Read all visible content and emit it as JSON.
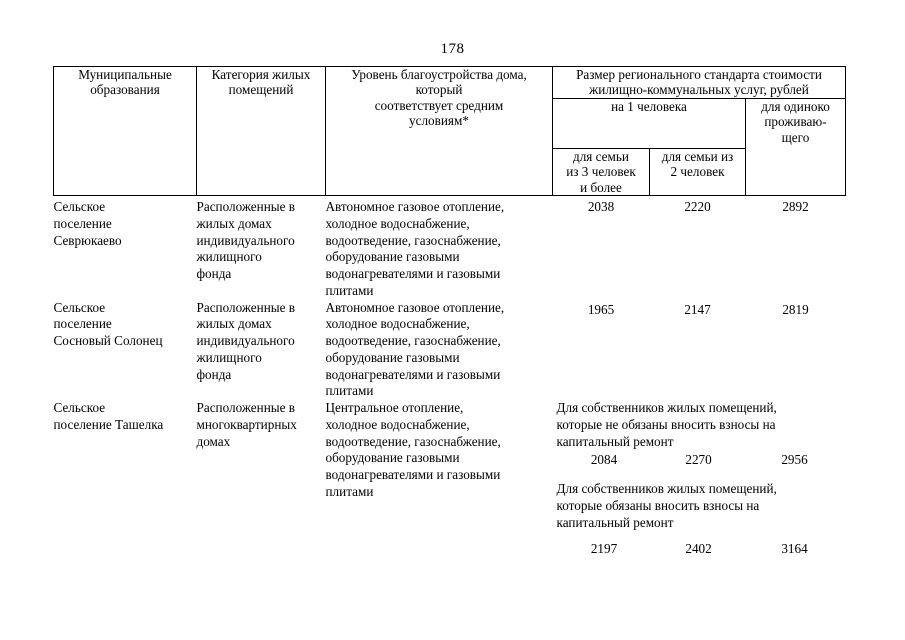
{
  "document": {
    "page_number": "178"
  },
  "table": {
    "headers": {
      "col1": "Муниципальные образования",
      "col2": "Категория жилых помещений",
      "col3_line1": "Уровень благоустройства дома,",
      "col3_line2": "который",
      "col3_line3": "соответствует средним",
      "col3_line4": "условиям*",
      "group_line1": "Размер регионального стандарта стоимости",
      "group_line2": "жилищно-коммунальных услуг, рублей",
      "per_person": "на 1 человека",
      "family3_line1": "для семьи",
      "family3_line2": "из 3 человек",
      "family3_line3": "и более",
      "family2_line1": "для семьи из",
      "family2_line2": "2 человек",
      "single_line1": "для одиноко",
      "single_line2": "проживаю-",
      "single_line3": "щего"
    },
    "rows": [
      {
        "municipality": [
          "Сельское",
          "поселение",
          "Севрюкаево"
        ],
        "category": [
          "Расположенные в",
          "жилых домах",
          "индивидуального",
          "жилищного",
          "фонда"
        ],
        "improvement": [
          "Автономное газовое отопление,",
          "холодное водоснабжение,",
          "водоотведение, газоснабжение,",
          "оборудование газовыми",
          "водонагревателями и газовыми",
          "плитами"
        ],
        "family3": "2038",
        "family2": "2220",
        "single": "2892"
      },
      {
        "municipality": [
          "Сельское",
          "поселение",
          "Сосновый Солонец"
        ],
        "category": [
          "Расположенные в",
          "жилых домах",
          "индивидуального",
          "жилищного",
          "фонда"
        ],
        "improvement": [
          "Автономное газовое отопление,",
          "холодное водоснабжение,",
          "водоотведение, газоснабжение,",
          "оборудование газовыми",
          "водонагревателями и газовыми",
          "плитами"
        ],
        "family3": "1965",
        "family2": "2147",
        "single": "2819"
      },
      {
        "municipality": [
          "Сельское",
          "поселение Ташелка"
        ],
        "category": [
          "Расположенные в",
          "многоквартирных",
          "домах"
        ],
        "improvement": [
          "Центральное отопление,",
          "холодное водоснабжение,",
          "водоотведение, газоснабжение,",
          "оборудование газовыми",
          "водонагревателями и газовыми",
          "плитами"
        ],
        "notes": [
          {
            "text": [
              "Для собственников жилых помещений,",
              "которые не обязаны вносить взносы на",
              "капитальный ремонт"
            ],
            "family3": "2084",
            "family2": "2270",
            "single": "2956"
          },
          {
            "text": [
              "Для собственников  жилых помещений,",
              "которые обязаны вносить взносы на",
              "капитальный ремонт"
            ],
            "family3": "2197",
            "family2": "2402",
            "single": "3164"
          }
        ]
      }
    ]
  }
}
